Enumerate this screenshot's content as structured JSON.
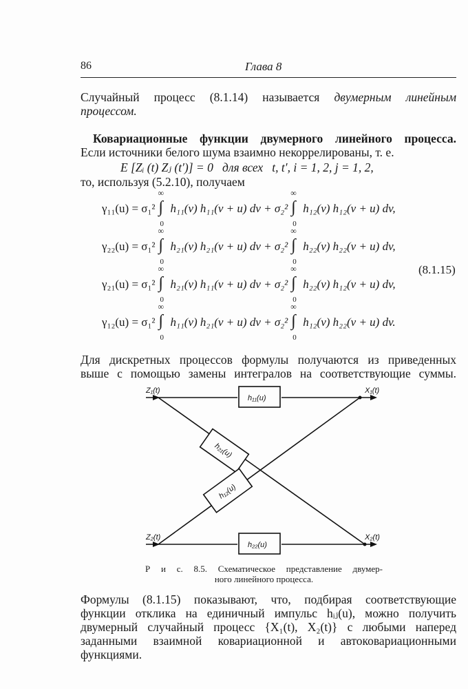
{
  "header": {
    "page_number": "86",
    "chapter": "Глава 8"
  },
  "para1": {
    "line1_plain": "Случайный процесс (8.1.14) называется",
    "line1_italic": "двумерным линейным",
    "line2_italic": "процессом."
  },
  "section": {
    "heading": "Ковариационные функции двумерного линейного процесса.",
    "line2": "Если источники белого шума взаимно некоррелированы, т. е."
  },
  "eq_uncorr": "E [Zᵢ (t) Zⱼ (t′)] = 0   для всех   t, t′, i = 1, 2, j = 1, 2,",
  "using_line": "то, используя (5.2.10), получаем",
  "integral": {
    "symbol": "∫",
    "upper": "∞",
    "lower": "0"
  },
  "equations": [
    {
      "lhs": "γ₁₁(u) = σ₁²",
      "term1": "h₁₁(v) h₁₁(v + u) dv + σ₂²",
      "term2": "h₁₂(v) h₁₂(v + u) dv,"
    },
    {
      "lhs": "γ₂₂(u) = σ₁²",
      "term1": "h₂₁(v) h₂₁(v + u) dv + σ₂²",
      "term2": "h₂₂(v) h₂₂(v + u) dv,"
    },
    {
      "lhs": "γ₂₁(u) = σ₁²",
      "term1": "h₂₁(v) h₁₁(v + u) dv + σ₂²",
      "term2": "h₂₂(v) h₁₂(v + u) dv,"
    },
    {
      "lhs": "γ₁₂(u) = σ₁²",
      "term1": "h₁₁(v) h₂₁(v + u) dv + σ₂²",
      "term2": "h₁₂(v) h₂₂(v + u) dv."
    }
  ],
  "eq_number": "(8.1.15)",
  "para2": {
    "line1": "Для дискретных процессов формулы получаются из приведенных",
    "line2": "выше с помощью замены интегралов на соответствующие суммы."
  },
  "figure": {
    "z1": "Z₁(t)",
    "z2": "Z₂(t)",
    "x1": "X₁(t)",
    "x2": "X₂(t)",
    "h11": "h₁₁(u)",
    "h21": "h₂₁(u)",
    "h12": "h₁₂(u)",
    "h22": "h₂₂(u)",
    "caption_line1": "Р и с. 8.5. Схематическое представление двумер-",
    "caption_line2": "ного линейного процесса."
  },
  "para3": {
    "line1": "Формулы (8.1.15) показывают, что, подбирая соответствующие",
    "line2": "функции отклика на единичный импульс hᵢⱼ(u), можно получить",
    "line3": "двумерный случайный процесс {X₁(t), X₂(t)} с любыми наперед",
    "line4": "заданными взаимной ковариационной и автоковариационными",
    "line5": "функциями."
  }
}
